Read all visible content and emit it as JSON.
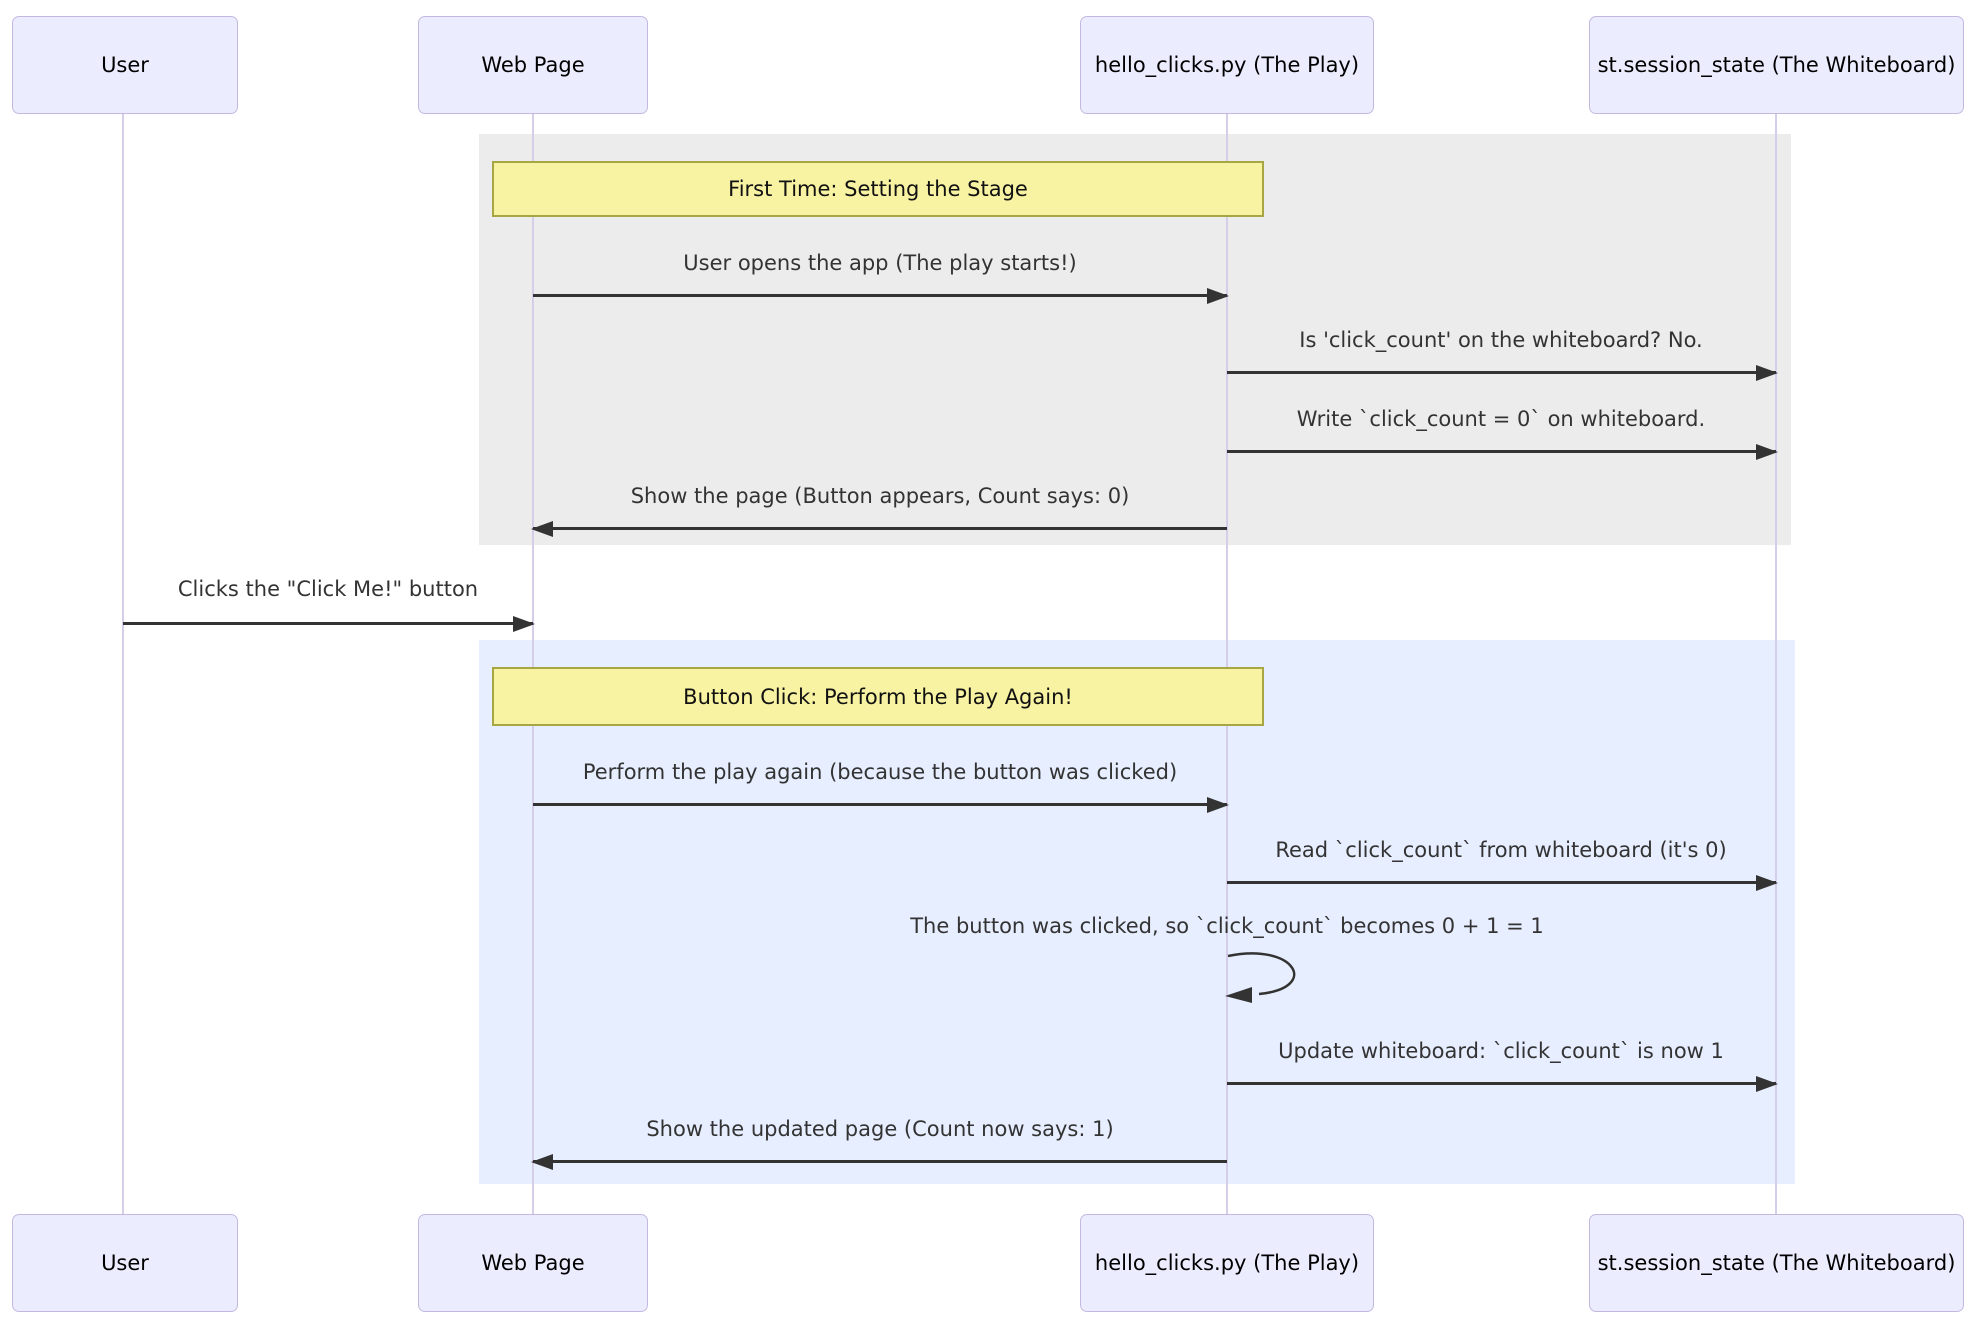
{
  "diagram": {
    "actors": [
      {
        "name": "User"
      },
      {
        "name": "Web Page"
      },
      {
        "name": "hello_clicks.py (The Play)"
      },
      {
        "name": "st.session_state (The Whiteboard)"
      }
    ],
    "sections": [
      {
        "label": "First Time: Setting the Stage",
        "background": "#ececec"
      },
      {
        "label": "Button Click: Perform the Play Again!",
        "background": "#e7eeff"
      }
    ],
    "messages": [
      {
        "text": "User opens the app (The play starts!)",
        "from": "Web Page",
        "to": "hello_clicks.py (The Play)"
      },
      {
        "text": "Is 'click_count' on the whiteboard? No.",
        "from": "hello_clicks.py (The Play)",
        "to": "st.session_state (The Whiteboard)"
      },
      {
        "text": "Write `click_count = 0` on whiteboard.",
        "from": "hello_clicks.py (The Play)",
        "to": "st.session_state (The Whiteboard)"
      },
      {
        "text": "Show the page (Button appears, Count says: 0)",
        "from": "hello_clicks.py (The Play)",
        "to": "Web Page"
      },
      {
        "text": "Clicks the \"Click Me!\" button",
        "from": "User",
        "to": "Web Page"
      },
      {
        "text": "Perform the play again (because the button was clicked)",
        "from": "Web Page",
        "to": "hello_clicks.py (The Play)"
      },
      {
        "text": "Read `click_count` from whiteboard (it's 0)",
        "from": "hello_clicks.py (The Play)",
        "to": "st.session_state (The Whiteboard)"
      },
      {
        "text": "The button was clicked, so `click_count` becomes 0 + 1 = 1",
        "from": "hello_clicks.py (The Play)",
        "to": "hello_clicks.py (The Play)",
        "self_message": true
      },
      {
        "text": "Update whiteboard: `click_count` is now 1",
        "from": "hello_clicks.py (The Play)",
        "to": "st.session_state (The Whiteboard)"
      },
      {
        "text": "Show the updated page (Count now says: 1)",
        "from": "hello_clicks.py (The Play)",
        "to": "Web Page"
      }
    ],
    "colors": {
      "actor_fill": "#ececff",
      "actor_border": "#c3b9e0",
      "lifeline": "#d5cdea",
      "section_first_bg": "#ececec",
      "section_second_bg": "#e7eeff",
      "note_fill": "#f8f2a3",
      "note_border": "#a6a643",
      "arrow": "#333333",
      "message_text": "#333333"
    }
  }
}
